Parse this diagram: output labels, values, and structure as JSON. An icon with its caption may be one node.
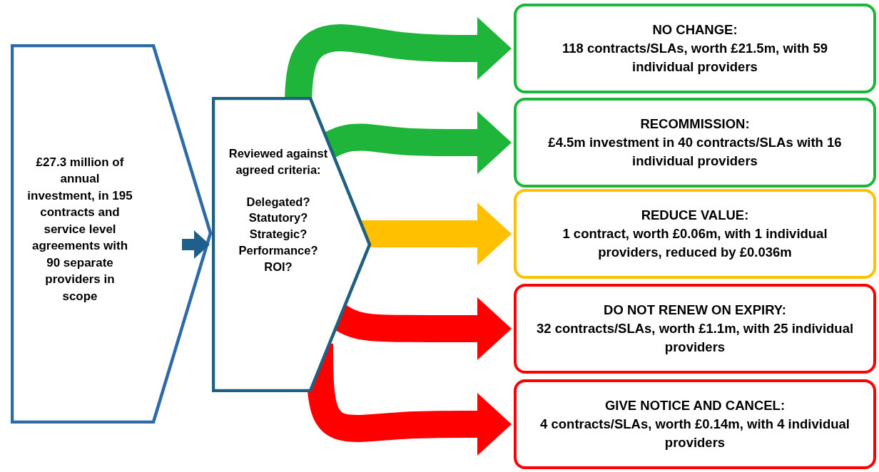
{
  "diagram": {
    "nodes": [
      {
        "text": [
          "£27.3 million of annual investment, in 195 contracts and service level agreements with 90 separate providers in scope"
        ]
      },
      {
        "text": [
          "Reviewed against agreed criteria:",
          "Delegated? Statutory? Strategic? Performance? ROI?"
        ]
      },
      {
        "text": [
          "NO CHANGE:",
          "118 contracts/SLAs, worth £21.5m, with 59 individual providers"
        ]
      },
      {
        "text": [
          "RECOMMISSION:",
          "£4.5m investment in 40 contracts/SLAs with 16 individual providers"
        ]
      },
      {
        "text": [
          "REDUCE VALUE:",
          "1 contract, worth £0.06m, with 1 individual providers, reduced by £0.036m"
        ]
      },
      {
        "text": [
          "DO NOT RENEW ON EXPIRY:",
          "32 contracts/SLAs, worth £1.1m, with 25 individual providers"
        ]
      },
      {
        "text": [
          "GIVE NOTICE AND CANCEL:",
          "4 contracts/SLAs, worth £0.14m,  with 4 individual providers"
        ]
      }
    ],
    "edges": [
      {
        "from": 0,
        "to": 1,
        "arrow": "to",
        "color": "#1f5f8b"
      },
      {
        "from": 1,
        "to": 2,
        "arrow": "to",
        "color": "#1eb53a"
      },
      {
        "from": 1,
        "to": 3,
        "arrow": "to",
        "color": "#1eb53a"
      },
      {
        "from": 1,
        "to": 4,
        "arrow": "to",
        "color": "#ffc000"
      },
      {
        "from": 1,
        "to": 5,
        "arrow": "to",
        "color": "#ff0000"
      },
      {
        "from": 1,
        "to": 6,
        "arrow": "to",
        "color": "#ff0000"
      }
    ]
  }
}
